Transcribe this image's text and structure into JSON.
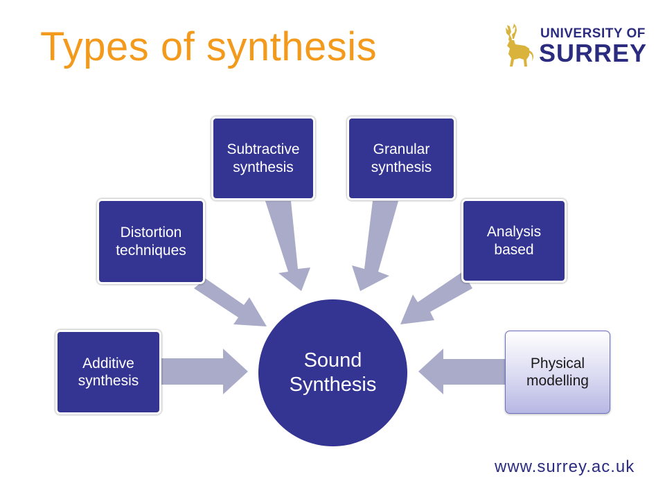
{
  "slide": {
    "title": "Types of synthesis",
    "footer_url": "www.surrey.ac.uk"
  },
  "logo": {
    "line1": "UNIVERSITY OF",
    "line2": "SURREY"
  },
  "diagram": {
    "center": "Sound Synthesis",
    "nodes": [
      {
        "label": "Additive synthesis",
        "highlighted": false
      },
      {
        "label": "Distortion techniques",
        "highlighted": false
      },
      {
        "label": "Subtractive synthesis",
        "highlighted": false
      },
      {
        "label": "Granular synthesis",
        "highlighted": false
      },
      {
        "label": "Analysis based",
        "highlighted": false
      },
      {
        "label": "Physical modelling",
        "highlighted": true
      }
    ]
  },
  "colors": {
    "title": "#f39a1c",
    "node_fill": "#343493",
    "arrow": "#a9abc9",
    "logo": "#2b2b80",
    "stag": "#d9b33c"
  }
}
